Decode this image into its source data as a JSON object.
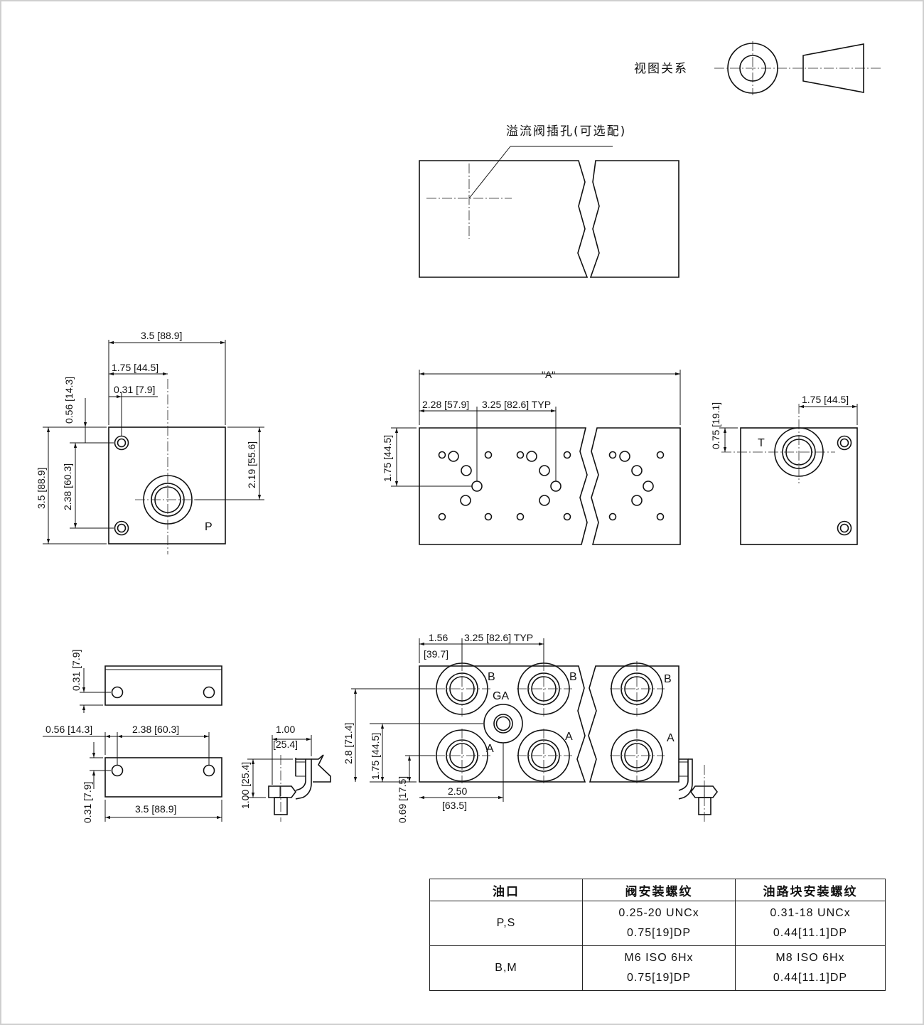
{
  "view_relation": {
    "label": "视图关系"
  },
  "top_view": {
    "callout": "溢流阀插孔(可选配)"
  },
  "left_end_view": {
    "dims": {
      "width": "3.5 [88.9]",
      "offset1": "1.75 [44.5]",
      "offset2": "0.31 [7.9]",
      "top_offset": "0.56 [14.3]",
      "hole_spacing": "2.38 [60.3]",
      "height": "3.5 [88.9]",
      "port_height": "2.19 [55.6]"
    },
    "port_label": "P"
  },
  "front_view": {
    "dims": {
      "length": "\"A\"",
      "first_station": "2.28 [57.9]",
      "pitch": "3.25 [82.6] TYP",
      "height": "1.75 [44.5]"
    }
  },
  "right_end_view": {
    "dims": {
      "offset": "1.75 [44.5]",
      "top_offset": "0.75 [19.1]"
    },
    "port_label": "T"
  },
  "bracket_views": {
    "dims": {
      "top_thickness": "0.31 [7.9]",
      "edge_offset": "0.56 [14.3]",
      "hole_spacing": "2.38 [60.3]",
      "thickness": "0.31 [7.9]",
      "width": "3.5 [88.9]",
      "foot_width_a": "1.00",
      "foot_width_b": "[25.4]",
      "foot_height": "1.00 [25.4]"
    }
  },
  "bottom_view": {
    "dims": {
      "first_station_a": "1.56",
      "first_station_b": "[39.7]",
      "pitch": "3.25 [82.6] TYP",
      "height_total": "2.8 [71.4]",
      "height_mid": "1.75 [44.5]",
      "height_low": "0.69 [17.5]",
      "ga_offset_a": "2.50",
      "ga_offset_b": "[63.5]"
    },
    "port_labels": {
      "b": "B",
      "a": "A",
      "ga": "GA"
    }
  },
  "thread_table": {
    "headers": [
      "油口",
      "阀安装螺纹",
      "油路块安装螺纹"
    ],
    "rows": [
      {
        "port": "P,S",
        "valve_thread": [
          "0.25-20 UNCx",
          "0.75[19]DP"
        ],
        "block_thread": [
          "0.31-18 UNCx",
          "0.44[11.1]DP"
        ]
      },
      {
        "port": "B,M",
        "valve_thread": [
          "M6 ISO 6Hx",
          "0.75[19]DP"
        ],
        "block_thread": [
          "M8 ISO 6Hx",
          "0.44[11.1]DP"
        ]
      }
    ]
  }
}
